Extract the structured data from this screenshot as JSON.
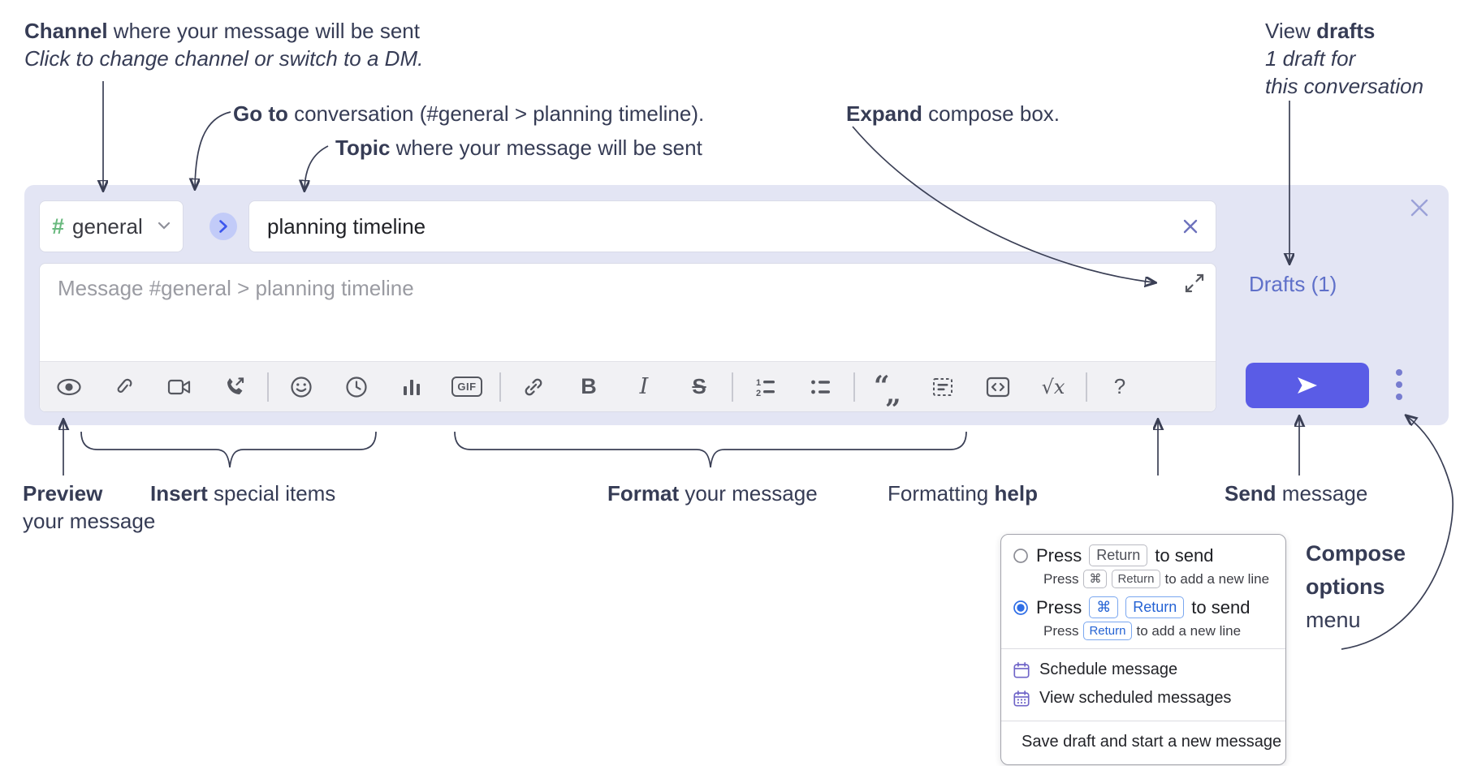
{
  "colors": {
    "compose_box_bg": "#e3e5f4",
    "send_button": "#5a5ce6",
    "drafts_link": "#5f70c9",
    "channel_hash_green": "#69b97e",
    "goto_chevron_blue": "#3c56ee",
    "goto_chevron_bg": "#c2cbf8",
    "radio_selected_blue": "#2e6de6",
    "menu_icon_purple": "#6f64c8",
    "annotation_text": "#363c55",
    "toolbar_icon": "#55575f"
  },
  "annotations": {
    "channel": {
      "bold": "Channel",
      "rest": " where your message will be sent",
      "sub": "Click to change channel or switch to a DM."
    },
    "go_to": {
      "bold": "Go to",
      "rest": " conversation (#general > planning timeline)."
    },
    "topic": {
      "bold": "Topic",
      "rest": " where your message will be sent"
    },
    "expand": {
      "bold": "Expand",
      "rest": " compose box."
    },
    "view_drafts": {
      "pre": "View ",
      "bold": "drafts",
      "sub1": "1 draft for",
      "sub2": "this conversation"
    },
    "preview": {
      "bold": "Preview",
      "sub": "your message"
    },
    "insert": {
      "bold": "Insert",
      "rest": " special items"
    },
    "format": {
      "bold": "Format",
      "rest": " your message"
    },
    "formatting_help": {
      "pre": "Formatting ",
      "bold": "help"
    },
    "send": {
      "bold": "Send",
      "rest": " message"
    },
    "compose_options": {
      "bold1": "Compose",
      "bold2": "options",
      "rest": "menu"
    }
  },
  "compose": {
    "channel": {
      "hash": "#",
      "name": "general"
    },
    "topic_value": "planning timeline",
    "message_placeholder": "Message #general > planning timeline",
    "drafts_label": "Drafts (1)",
    "toolbar_labels": {
      "gif": "GIF",
      "bold": "B",
      "italic": "I",
      "strike": "S",
      "math": "√x",
      "help": "?"
    }
  },
  "popup": {
    "option_return": {
      "press": "Press",
      "kbd_return": "Return",
      "suffix": "to send",
      "sub_press": "Press",
      "sub_kbd_cmd": "⌘",
      "sub_kbd_return": "Return",
      "sub_suffix": "to add a new line"
    },
    "option_cmd_return": {
      "press": "Press",
      "kbd_cmd": "⌘",
      "kbd_return": "Return",
      "suffix": "to send",
      "sub_press": "Press",
      "sub_kbd_return": "Return",
      "sub_suffix": "to add a new line"
    },
    "schedule_label": "Schedule message",
    "view_scheduled_label": "View scheduled messages",
    "save_draft_label": "Save draft and start a new message"
  }
}
